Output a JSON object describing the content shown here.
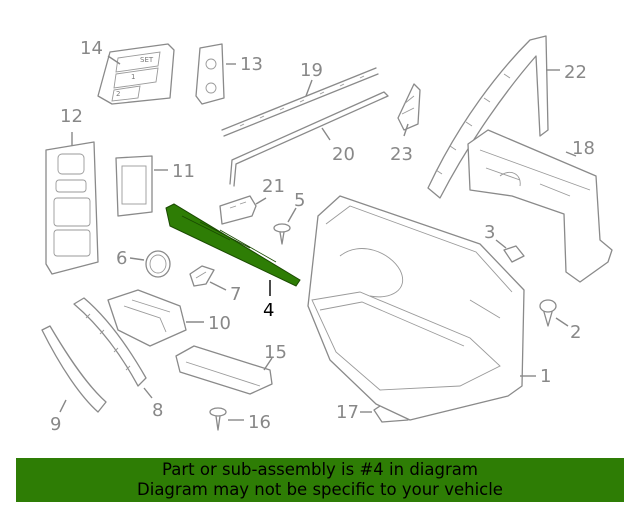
{
  "diagram": {
    "labels": {
      "p1": "1",
      "p2": "2",
      "p3": "3",
      "p4": "4",
      "p5": "5",
      "p6": "6",
      "p7": "7",
      "p8": "8",
      "p9": "9",
      "p10": "10",
      "p11": "11",
      "p12": "12",
      "p13": "13",
      "p14": "14",
      "p15": "15",
      "p16": "16",
      "p17": "17",
      "p18": "18",
      "p19": "19",
      "p20": "20",
      "p21": "21",
      "p22": "22",
      "p23": "23"
    },
    "switch_text": {
      "set": "SET",
      "one": "1",
      "two": "2"
    },
    "highlighted_part": "4",
    "colors": {
      "highlight": "#2e7d05",
      "line": "#8a8a8a",
      "label": "#888888"
    }
  },
  "banner": {
    "line1": "Part or sub-assembly is #4 in diagram",
    "line2": "Diagram may not be specific to your vehicle",
    "color": "#2e7d05"
  }
}
